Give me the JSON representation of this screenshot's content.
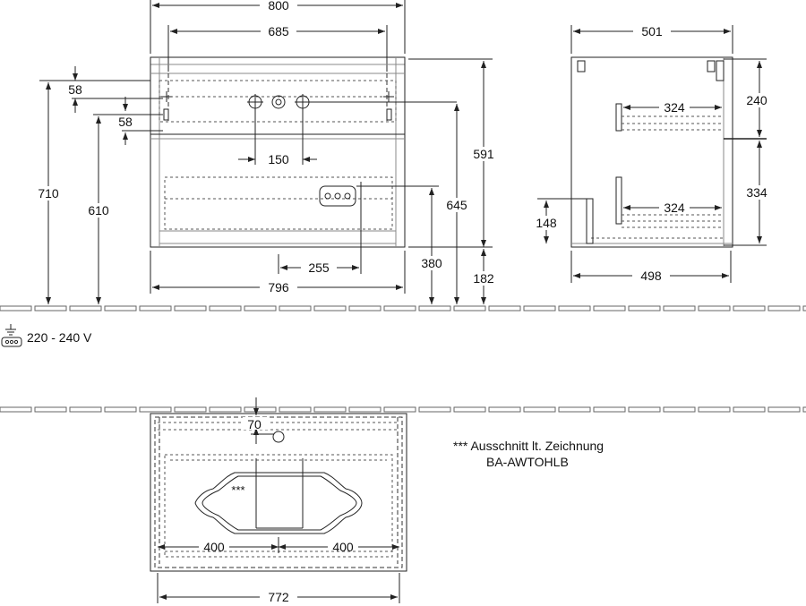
{
  "front_view": {
    "dim_width_top": "800",
    "dim_inner_width": "685",
    "dim_top_offset": "58",
    "dim_second_offset": "58",
    "dim_total_height": "710",
    "dim_height_610": "610",
    "dim_tap_spacing": "150",
    "dim_height_591": "591",
    "dim_height_645": "645",
    "dim_socket_offset": "255",
    "dim_height_380": "380",
    "dim_leg_height": "182",
    "dim_width_bottom": "796"
  },
  "side_view": {
    "dim_depth_top": "501",
    "dim_shelf_top": "324",
    "dim_shelf_bottom": "324",
    "dim_height_240": "240",
    "dim_height_334": "334",
    "dim_height_148": "148",
    "dim_depth_bottom": "498"
  },
  "power": {
    "voltage_label": "220 - 240 V"
  },
  "plan_view": {
    "dim_70": "70",
    "dim_left_400": "400",
    "dim_right_400": "400",
    "dim_width_772": "772",
    "cutout_marker": "***"
  },
  "note": {
    "line1": "*** Ausschnitt lt. Zeichnung",
    "line2": "BA-AWTOHLB"
  }
}
